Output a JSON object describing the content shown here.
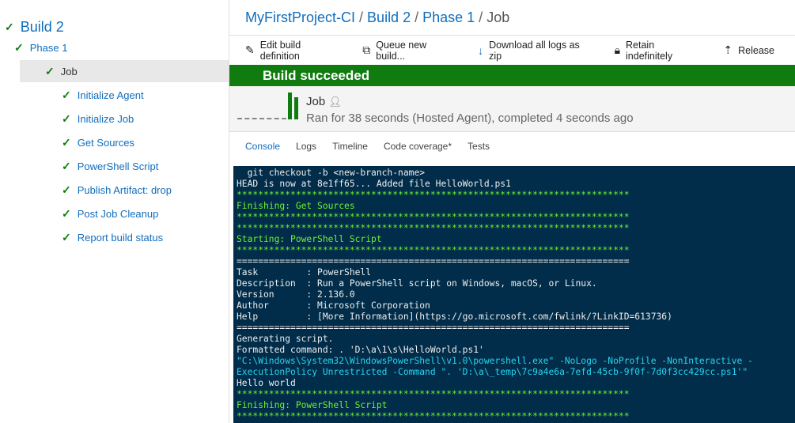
{
  "sidebar": {
    "build": "Build 2",
    "phase": "Phase 1",
    "job": "Job",
    "steps": [
      "Initialize Agent",
      "Initialize Job",
      "Get Sources",
      "PowerShell Script",
      "Publish Artifact: drop",
      "Post Job Cleanup",
      "Report build status"
    ]
  },
  "breadcrumb": {
    "project": "MyFirstProject-CI",
    "build": "Build 2",
    "phase": "Phase 1",
    "job": "Job",
    "sep": "/"
  },
  "toolbar": {
    "edit": "Edit build definition",
    "queue": "Queue new build...",
    "download": "Download all logs as zip",
    "retain": "Retain indefinitely",
    "release": "Release"
  },
  "banner": "Build succeeded",
  "job": {
    "title": "Job",
    "summary": "Ran for 38 seconds (Hosted Agent), completed 4 seconds ago"
  },
  "tabs": [
    "Console",
    "Logs",
    "Timeline",
    "Code coverage*",
    "Tests"
  ],
  "colors": {
    "success": "#107c10",
    "link": "#106ebe",
    "console_bg": "#012d4a"
  },
  "console": [
    {
      "t": "  git checkout -b <new-branch-name>",
      "c": ""
    },
    {
      "t": "HEAD is now at 8e1ff65... Added file HelloWorld.ps1",
      "c": ""
    },
    {
      "t": "*************************************************************************",
      "c": "l-green"
    },
    {
      "t": "Finishing: Get Sources",
      "c": "l-green"
    },
    {
      "t": "*************************************************************************",
      "c": "l-green"
    },
    {
      "t": "*************************************************************************",
      "c": "l-green"
    },
    {
      "t": "Starting: PowerShell Script",
      "c": "l-green"
    },
    {
      "t": "*************************************************************************",
      "c": "l-green"
    },
    {
      "t": "=========================================================================",
      "c": ""
    },
    {
      "t": "Task         : PowerShell",
      "c": ""
    },
    {
      "t": "Description  : Run a PowerShell script on Windows, macOS, or Linux.",
      "c": ""
    },
    {
      "t": "Version      : 2.136.0",
      "c": ""
    },
    {
      "t": "Author       : Microsoft Corporation",
      "c": ""
    },
    {
      "t": "Help         : [More Information](https://go.microsoft.com/fwlink/?LinkID=613736)",
      "c": ""
    },
    {
      "t": "=========================================================================",
      "c": ""
    },
    {
      "t": "Generating script.",
      "c": ""
    },
    {
      "t": "Formatted command: . 'D:\\a\\1\\s\\HelloWorld.ps1'",
      "c": ""
    },
    {
      "t": "\"C:\\Windows\\System32\\WindowsPowerShell\\v1.0\\powershell.exe\" -NoLogo -NoProfile -NonInteractive -",
      "c": "l-cyan"
    },
    {
      "t": "ExecutionPolicy Unrestricted -Command \". 'D:\\a\\_temp\\7c9a4e6a-7efd-45cb-9f0f-7d0f3cc429cc.ps1'\"",
      "c": "l-cyan"
    },
    {
      "t": "Hello world",
      "c": ""
    },
    {
      "t": "*************************************************************************",
      "c": "l-green"
    },
    {
      "t": "Finishing: PowerShell Script",
      "c": "l-green"
    },
    {
      "t": "*************************************************************************",
      "c": "l-green"
    }
  ]
}
